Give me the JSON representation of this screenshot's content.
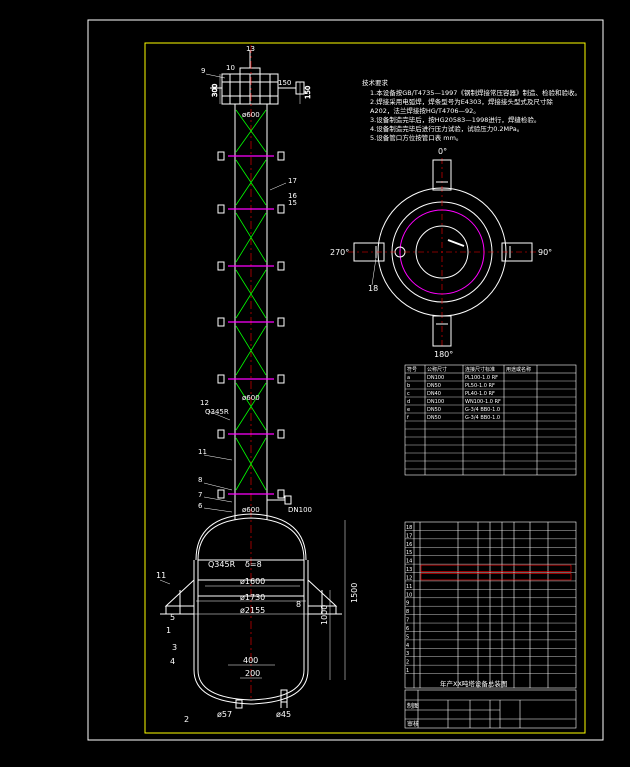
{
  "colors": {
    "background": "#000000",
    "frame": "#ffffff",
    "inner_frame": "#ffff00",
    "column": "#ffffff",
    "bracing": "#00ff00",
    "centerline": "#ff0000",
    "flange": "#ff00ff",
    "dimension": "#ffffff",
    "table_highlight": "#ff0000"
  },
  "drawing": {
    "top_labels": {
      "item_13": "13",
      "item_9": "9",
      "item_10": "10",
      "dim_300": "300",
      "dim_150": "150",
      "dim_150b": "150"
    },
    "column_labels": {
      "dia_600_top": "ø600",
      "dia_600_mid": "ø600",
      "dia_600_bot": "ø600",
      "material_mid": "Q345R",
      "item_17": "17",
      "item_16": "16",
      "item_15": "15",
      "item_12": "12",
      "item_11": "11",
      "item_8": "8",
      "item_7": "7",
      "item_6": "6",
      "nozzle_dn100": "DN100"
    },
    "vessel_labels": {
      "material": "Q345R",
      "thickness": "δ=8",
      "dia_1600": "ø1600",
      "dia_1730": "ø1730",
      "dia_2155": "ø2155",
      "dim_8": "8",
      "dim_1000": "1000",
      "dim_1500": "1500",
      "dim_400": "400",
      "dim_200": "200",
      "nozzle_57": "ø57",
      "nozzle_45": "ø45",
      "item_11": "11",
      "item_1": "1",
      "item_2": "2",
      "item_3": "3",
      "item_4": "4",
      "item_5": "5"
    },
    "notes": {
      "heading": "技术要求",
      "line1": "1.本设备按GB/T4735—1997《钢制焊接常压容器》制造、检验和验收。",
      "line2": "2.焊接采用电弧焊，焊条型号为E4303，焊接接头型式及尺寸除",
      "line3": "A202，法兰焊接按HG/T4706—92。",
      "line4": "3.设备制造完毕后，按HG20583—1998进行，焊缝检验。",
      "line5": "4.设备制造完毕后进行压力试验，试验压力0.2MPa。",
      "line6": "5.设备管口方位按管口表 mm。"
    },
    "orientation": {
      "deg_0": "0°",
      "deg_90": "90°",
      "deg_180": "180°",
      "deg_270": "270°",
      "item_18": "18"
    }
  },
  "nozzle_table": {
    "headers": [
      "符号",
      "公称尺寸",
      "连接尺寸标准",
      "用途或名称"
    ],
    "rows": [
      [
        "a",
        "DN100",
        "PL100-1.0 RF",
        ""
      ],
      [
        "b",
        "DN50",
        "PL50-1.0 RF",
        ""
      ],
      [
        "c",
        "DN40",
        "PL40-1.0 RF",
        ""
      ],
      [
        "d",
        "DN100",
        "WN100-1.0 RF",
        ""
      ],
      [
        "e",
        "DN50",
        "G-3/4 BB0-1.0",
        ""
      ],
      [
        "f",
        "DN50",
        "G-3/4 BB0-1.0",
        ""
      ]
    ]
  },
  "parts_table": {
    "rows": [
      [
        "18",
        "",
        "",
        "",
        "",
        "",
        ""
      ],
      [
        "17",
        "",
        "",
        "",
        "",
        "",
        ""
      ],
      [
        "16",
        "",
        "",
        "",
        "",
        "",
        ""
      ],
      [
        "15",
        "",
        "",
        "",
        "",
        "",
        ""
      ],
      [
        "14",
        "",
        "",
        "",
        "",
        "",
        ""
      ],
      [
        "13",
        "",
        "",
        "",
        "",
        "",
        ""
      ],
      [
        "12",
        "",
        "",
        "",
        "",
        "",
        ""
      ],
      [
        "11",
        "",
        "",
        "",
        "",
        "",
        ""
      ],
      [
        "10",
        "",
        "",
        "",
        "",
        "",
        ""
      ],
      [
        "9",
        "",
        "",
        "",
        "",
        "",
        ""
      ],
      [
        "8",
        "",
        "",
        "",
        "",
        "",
        ""
      ],
      [
        "7",
        "",
        "",
        "",
        "",
        "",
        ""
      ],
      [
        "6",
        "",
        "",
        "",
        "",
        "",
        ""
      ],
      [
        "5",
        "",
        "",
        "",
        "",
        "",
        ""
      ],
      [
        "4",
        "",
        "",
        "",
        "",
        "",
        ""
      ],
      [
        "3",
        "",
        "",
        "",
        "",
        "",
        ""
      ],
      [
        "2",
        "",
        "",
        "",
        "",
        "",
        ""
      ],
      [
        "1",
        "",
        "",
        "",
        "",
        "",
        ""
      ]
    ],
    "footer_title": "年产XX吨塔设备总装图"
  },
  "title_block": {
    "company": "",
    "drawing_title": "",
    "drawn": "制图",
    "checked": "审核"
  }
}
